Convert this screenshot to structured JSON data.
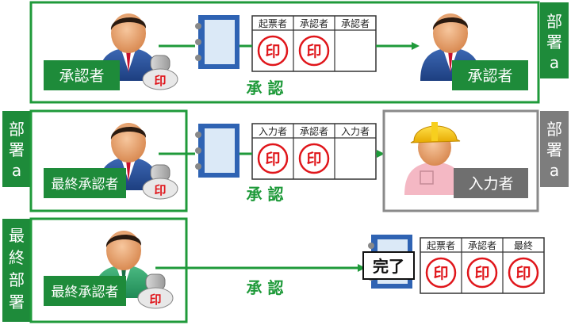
{
  "colors": {
    "green": "#1f9a3a",
    "label_green": "#1e8b3a",
    "gray": "#7d7d7d",
    "seal_red": "#e0161b"
  },
  "icons": [
    "person-icon",
    "worker-icon",
    "binder-icon",
    "hanko-stamp-icon",
    "seal-icon",
    "arrow-icon"
  ],
  "row1": {
    "dept": "部署a",
    "left_label": "承認者",
    "right_label": "承認者",
    "stamp": "印",
    "action": "承 認",
    "headers": [
      "起票者",
      "承認者",
      "承認者"
    ],
    "seals": [
      "印",
      "印",
      ""
    ]
  },
  "row2": {
    "left_dept": "部署a",
    "right_dept": "部署a",
    "left_label": "最終承認者",
    "right_label": "入力者",
    "stamp": "印",
    "action": "承 認",
    "headers": [
      "入力者",
      "承認者",
      "入力者"
    ],
    "seals": [
      "印",
      "印",
      ""
    ]
  },
  "row3": {
    "dept": "最終部署",
    "left_label": "最終承認者",
    "stamp": "印",
    "action": "承 認",
    "done": "完了",
    "headers": [
      "起票者",
      "承認者",
      "最終"
    ],
    "seals": [
      "印",
      "印",
      "印"
    ]
  }
}
